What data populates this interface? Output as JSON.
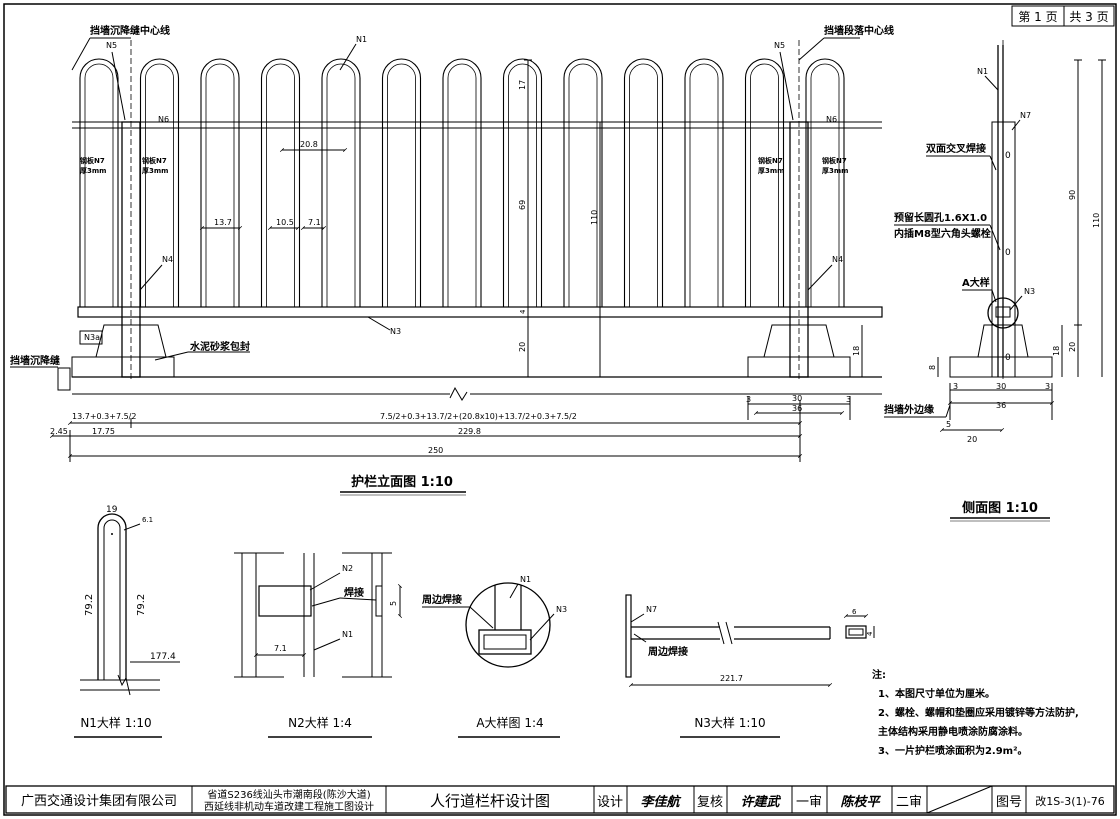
{
  "page_info": {
    "page_label": "第 1 页",
    "total_label": "共 3 页"
  },
  "elevation": {
    "title": "护栏立面图 1:10",
    "label_settle_joint_center": "挡墙沉降缝中心线",
    "label_segment_center": "挡墙段落中心线",
    "label_settle_joint": "挡墙沉降缝",
    "label_mortar": "水泥砂浆包封",
    "label_plate_left_1": "钢板N7",
    "label_plate_left_2": "厚3mm",
    "label_plate_right_1": "钢板N7",
    "label_plate_right_2": "厚3mm",
    "tag_n1": "N1",
    "tag_n3": "N3",
    "tag_n3a": "N3a",
    "tag_n4": "N4",
    "tag_n5": "N5",
    "tag_n6": "N6",
    "dim_20_8": "20.8",
    "dim_13_7": "13.7",
    "dim_10_5": "10.5",
    "dim_7_1": "7.1",
    "dim_17": "17",
    "dim_69": "69",
    "dim_110": "110",
    "dim_4": "4",
    "dim_20": "20",
    "dim_18": "18",
    "dim_3": "3",
    "dim_30": "30",
    "dim_36": "36",
    "dim_formula_left": "13.7+0.3+7.5/2",
    "dim_formula_right": "7.5/2+0.3+13.7/2+(20.8x10)+13.7/2+0.3+7.5/2",
    "dim_2_45": "2.45",
    "dim_17_75": "17.75",
    "dim_229_8": "229.8",
    "dim_250": "250"
  },
  "side": {
    "title": "侧面图 1:10",
    "label_double_weld": "双面交叉焊接",
    "label_slot_1": "预留长圆孔1.6X1.0",
    "label_slot_2": "内插M8型六角头螺栓",
    "label_a_detail": "A大样",
    "label_wall_edge": "挡墙外边缘",
    "tag_n1": "N1",
    "tag_n7": "N7",
    "tag_n3": "N3",
    "dim_90": "90",
    "dim_110": "110",
    "dim_18": "18",
    "dim_20": "20",
    "dim_8": "8",
    "dim_3": "3",
    "dim_30": "30",
    "dim_36": "36",
    "dim_5": "5"
  },
  "details": {
    "n1": {
      "title": "N1大样 1:10",
      "dim_19": "19",
      "dim_6_1": "6.1",
      "dim_79_2_left": "79.2",
      "dim_79_2_right": "79.2",
      "dim_177_4": "177.4"
    },
    "n2": {
      "title": "N2大样  1:4",
      "tag_n2": "N2",
      "tag_n1": "N1",
      "label_weld": "焊接",
      "dim_5": "5",
      "dim_7_1": "7.1"
    },
    "a": {
      "title": "A大样图 1:4",
      "tag_n1": "N1",
      "tag_n3": "N3",
      "label_weld": "周边焊接"
    },
    "n3": {
      "title": "N3大样 1:10",
      "tag_n7": "N7",
      "label_weld": "周边焊接",
      "dim_221_7": "221.7",
      "dim_6": "6",
      "dim_4": "4"
    }
  },
  "notes": {
    "heading": "注:",
    "items": [
      "1、本图尺寸单位为厘米。",
      "2、螺栓、螺帽和垫圈应采用镀锌等方法防护,",
      "主体结构采用静电喷涂防腐涂料。",
      "3、一片护栏喷涂面积为2.9m²。"
    ]
  },
  "title_block": {
    "company": "广西交通设计集团有限公司",
    "project_line1": "省道S236线汕头市潮南段(陈沙大道)",
    "project_line2": "西延线非机动车道改建工程施工图设计",
    "drawing_title": "人行道栏杆设计图",
    "label_design": "设计",
    "sig_design": "李佳航",
    "label_review": "复核",
    "sig_review": "许建武",
    "label_first_audit": "一审",
    "sig_first_audit": "陈枝平",
    "label_second_audit": "二审",
    "label_drawing_no": "图号",
    "drawing_no": "改1S-3(1)-76"
  }
}
